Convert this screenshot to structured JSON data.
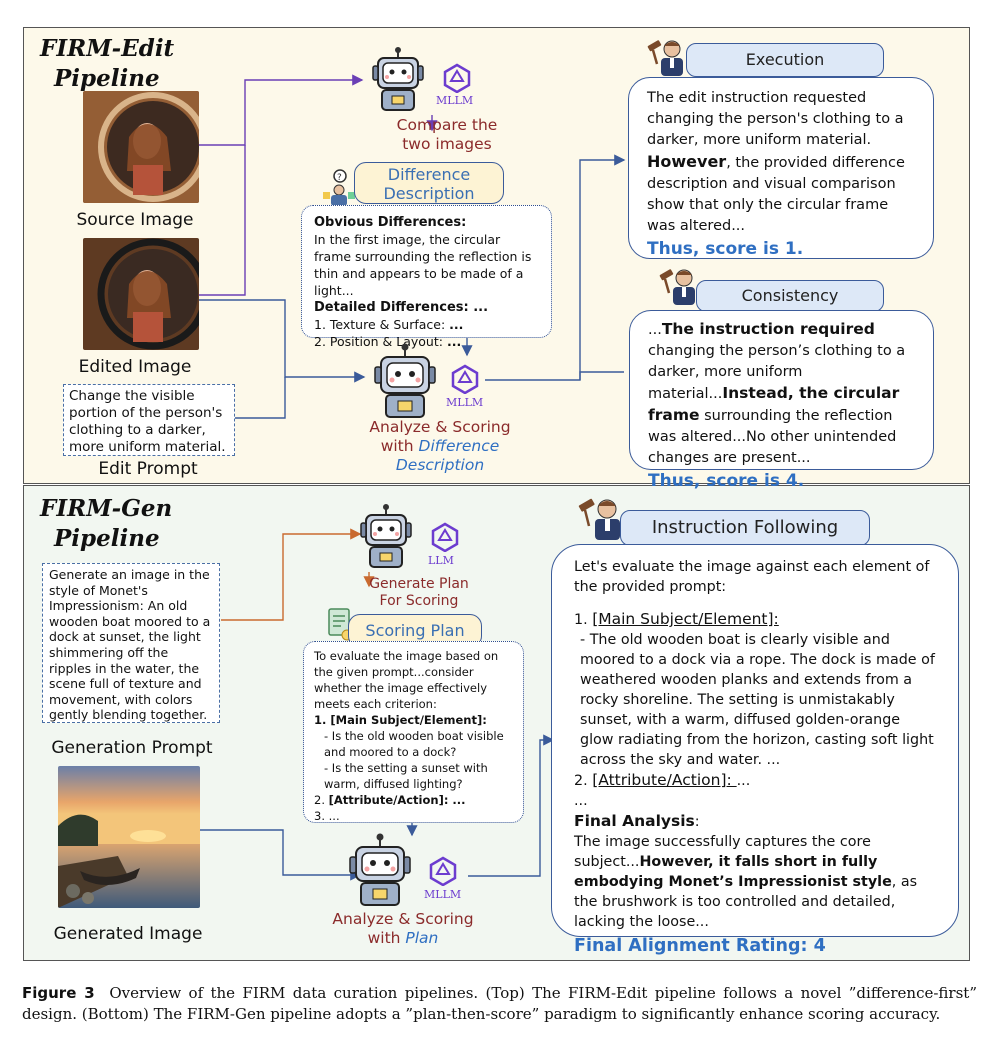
{
  "edit": {
    "title_1": "FIRM-Edit",
    "title_2": "Pipeline",
    "source_caption": "Source Image",
    "edited_caption": "Edited Image",
    "edit_prompt_text": "Change the visible portion of the person's clothing to a darker, more uniform material.",
    "edit_prompt_caption": "Edit Prompt",
    "mllm_label": "MLLM",
    "compare_line1": "Compare the",
    "compare_line2": "two images",
    "diff_header_1": "Difference",
    "diff_header_2": "Description",
    "diff_box": {
      "obvious_head": "Obvious Differences:",
      "obvious_text": "In the first image, the circular frame surrounding the reflection is thin and appears to be made of a light...",
      "detailed_head": "Detailed Differences: ...",
      "item1_a": "1. Texture & Surface: ",
      "item1_b": "...",
      "item2_a": "2. Position & Layout: ",
      "item2_b": "..."
    },
    "analyze_line1": "Analyze & Scoring",
    "analyze_with": "with ",
    "analyze_italic_1": "Difference",
    "analyze_italic_2": "Description",
    "execution": {
      "header": "Execution",
      "text_a": "The edit instruction requested changing the person's clothing to a darker, more uniform material. ",
      "text_bold": "However",
      "text_b": ", the provided difference description and visual comparison show that only the circular frame was altered...",
      "score": "Thus, score is 1."
    },
    "consistency": {
      "header": "Consistency",
      "t1": "...",
      "t2_bold": "The instruction required",
      "t3": " changing the person’s clothing to a darker, more uniform material...",
      "t4_bold": "Instead, the circular frame",
      "t5": " surrounding the reflection was altered...No other unintended changes are present...",
      "score": "Thus, score is 4."
    }
  },
  "gen": {
    "title_1": "FIRM-Gen",
    "title_2": "Pipeline",
    "prompt_text": "Generate an image in the style of Monet's Impressionism: An old wooden boat moored to a dock at sunset, the light shimmering off the ripples in the water, the scene full of texture and movement, with colors gently blending together.",
    "prompt_caption": "Generation Prompt",
    "generated_caption": "Generated Image",
    "llm_label": "LLM",
    "mllm_label": "MLLM",
    "plan_line1": "Generate Plan",
    "plan_line2": "For Scoring",
    "plan_header": "Scoring Plan",
    "plan_box": {
      "intro": "To evaluate the image based on the given prompt...consider whether the image effectively meets each criterion:",
      "item1": "1. [Main Subject/Element]:",
      "q1": "- Is the old wooden boat visible and moored to a dock?",
      "q2": "- Is the setting a sunset with warm, diffused lighting?",
      "item2_a": "2. ",
      "item2_b": "[Attribute/Action]: ...",
      "item3": "3. ..."
    },
    "analyze_line1": "Analyze & Scoring",
    "analyze_with": "with ",
    "analyze_italic": "Plan",
    "instruction": {
      "header": "Instruction Following",
      "intro": "Let's evaluate the image against each element of the provided prompt:",
      "item1_num": "1. ",
      "item1_head": "[Main Subject/Element]:",
      "item1_text": "- The old wooden boat is clearly visible and moored to a dock via a rope. The dock is made of weathered wooden planks and extends from a rocky shoreline. The setting is unmistakably sunset, with a warm, diffused golden-orange glow radiating from the horizon, casting soft light across the sky and water. ...",
      "item2_num": "2. ",
      "item2_head": "[Attribute/Action]: ",
      "item2_tail": "...",
      "ellipsis": "...",
      "final_head": "Final Analysis",
      "final_colon": ":",
      "final_a": "The image successfully captures the core subject...",
      "final_bold": "However, it falls short in fully embodying Monet’s Impressionist style",
      "final_b": ", as the brushwork is too controlled and detailed, lacking the loose...",
      "rating": "Final Alignment Rating: 4"
    }
  },
  "caption": {
    "label": "Figure 3",
    "text": "Overview of the FIRM data curation pipelines. (Top) The FIRM-Edit pipeline follows a novel ”difference-first” design. (Bottom) The FIRM-Gen pipeline adopts a ”plan-then-score” paradigm to significantly enhance scoring accuracy."
  }
}
